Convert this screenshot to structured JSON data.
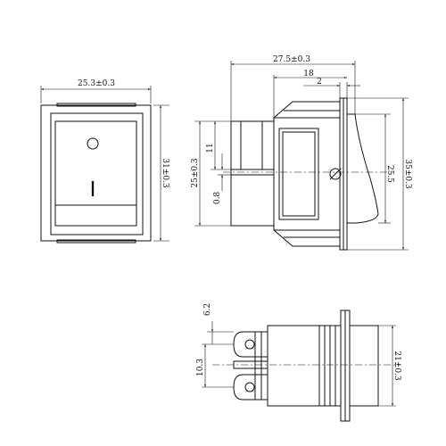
{
  "drawing": {
    "stroke_color": "#111111",
    "background_color": "#ffffff",
    "front_view": {
      "width_dim": "25.3±0.3",
      "height_dim": "31±0.3"
    },
    "side_view": {
      "total_length_dim": "27.5±0.3",
      "body_length_dim": "18",
      "flange_dim": "2",
      "height_dim": "35±0.3",
      "inner_height_dim": "25.5",
      "terminal_span_dim": "25±0.3",
      "terminal_offset_dim": "11",
      "terminal_thickness_dim": "0.8"
    },
    "bottom_view": {
      "terminal_width_dim": "6.2",
      "terminal_pitch_dim": "10.3",
      "height_dim": "21±0.3"
    }
  }
}
